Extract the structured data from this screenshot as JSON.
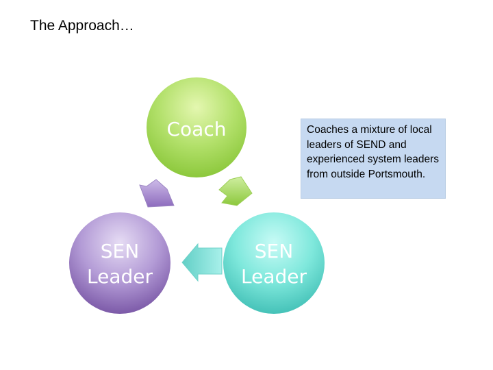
{
  "slide": {
    "title": "The Approach…"
  },
  "diagram": {
    "nodes": [
      {
        "id": "coach",
        "label": "Coach",
        "color": "#92d050"
      },
      {
        "id": "sen-leader-left",
        "label_lines": [
          "SEN",
          "Leader"
        ],
        "color": "#8064a2"
      },
      {
        "id": "sen-leader-right",
        "label_lines": [
          "SEN",
          "Leader"
        ],
        "color": "#4bacc6"
      }
    ],
    "arrows": [
      {
        "from": "coach",
        "to": "sen-leader-right",
        "color": "#9bcb4f"
      },
      {
        "from": "sen-leader-right",
        "to": "sen-leader-left",
        "color": "#4bacc6"
      },
      {
        "from": "sen-leader-left",
        "to": "coach",
        "color": "#8064a2"
      }
    ]
  },
  "note": {
    "text": "Coaches a mixture of local leaders of SEND and experienced system leaders from outside Portsmouth."
  }
}
